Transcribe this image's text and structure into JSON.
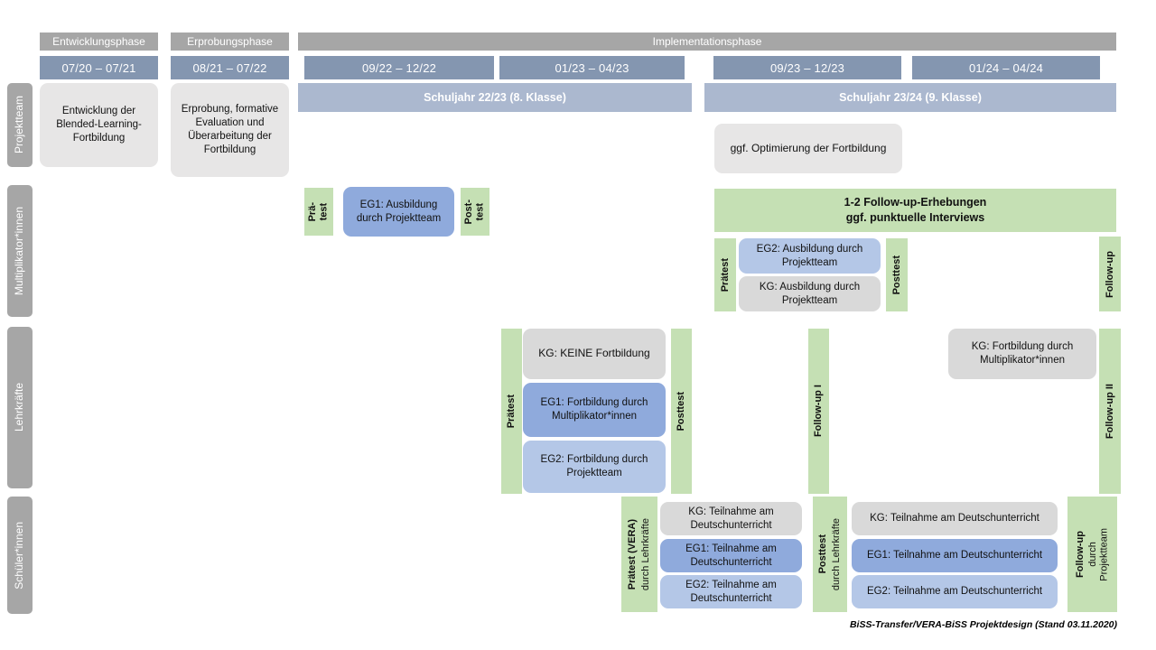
{
  "phases": [
    "Entwicklungsphase",
    "Erprobungsphase",
    "Implementationsphase"
  ],
  "dates": [
    "07/20 – 07/21",
    "08/21 – 07/22",
    "09/22 – 12/22",
    "01/23 – 04/23",
    "09/23 – 12/23",
    "01/24 – 04/24"
  ],
  "school_years": [
    "Schuljahr 22/23 (8. Klasse)",
    "Schuljahr 23/24 (9. Klasse)"
  ],
  "row_labels": [
    "Projektteam",
    "Multiplikator*innen",
    "Lehrkräfte",
    "Schüler*innen"
  ],
  "projektteam": {
    "entwicklung": "Entwicklung der Blended-Learning-Fortbildung",
    "erprobung": "Erprobung, formative Evaluation und Überarbeitung der Fortbildung",
    "optimierung": "ggf. Optimierung der Fortbildung"
  },
  "multiplikatoren": {
    "praetest1": "Prä-\ntest",
    "eg1": "EG1: Ausbildung durch Projektteam",
    "posttest1": "Post-\ntest",
    "followup_header": "1-2 Follow-up-Erhebungen\nggf. punktuelle Interviews",
    "praetest2": "Prätest",
    "eg2": "EG2: Ausbildung durch Projektteam",
    "kg": "KG: Ausbildung durch Projektteam",
    "posttest2": "Posttest",
    "followup": "Follow-up"
  },
  "lehrkraefte": {
    "praetest": "Prätest",
    "kg": "KG: KEINE Fortbildung",
    "eg1": "EG1: Fortbildung durch Multiplikator*innen",
    "eg2": "EG2: Fortbildung durch Projektteam",
    "posttest": "Posttest",
    "followup1": "Follow-up I",
    "kg2": "KG: Fortbildung durch Multiplikator*innen",
    "followup2": "Follow-up II"
  },
  "schueler": {
    "praetest_main": "Prätest (VERA)",
    "praetest_sub": "durch Lehrkräfte",
    "kg1": "KG: Teilnahme am Deutschunterricht",
    "eg1a": "EG1: Teilnahme am Deutschunterricht",
    "eg2a": "EG2: Teilnahme am Deutschunterricht",
    "posttest_main": "Posttest",
    "posttest_sub": "durch Lehrkräfte",
    "kg2": "KG: Teilnahme am Deutschunterricht",
    "eg1b": "EG1: Teilnahme am Deutschunterricht",
    "eg2b": "EG2: Teilnahme am Deutschunterricht",
    "followup_main": "Follow-up",
    "followup_sub": "durch\nProjektteam"
  },
  "caption": "BiSS-Transfer/VERA-BiSS Projektdesign (Stand 03.11.2020)",
  "colors": {
    "phase_gray": "#a6a6a6",
    "date_blue": "#8496b0",
    "year_blue": "#abb8cf",
    "light_gray": "#e7e6e6",
    "kg_gray": "#d9d9d9",
    "eg1_blue": "#8faadc",
    "eg2_blue": "#b4c7e7",
    "green": "#c5e0b4"
  }
}
